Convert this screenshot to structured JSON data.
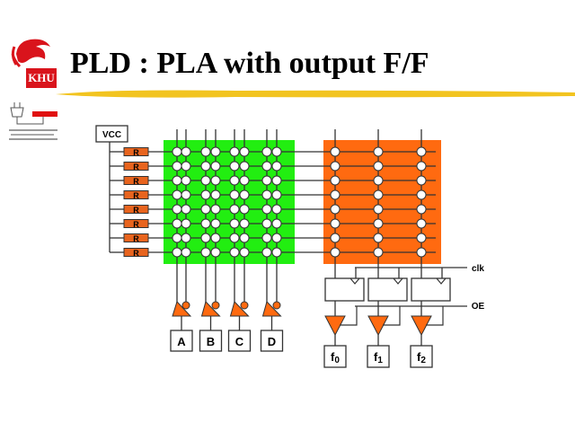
{
  "slide": {
    "title": "PLD : PLA with output F/F",
    "logo_text": "KHU"
  },
  "diagram": {
    "vcc_label": "VCC",
    "resistor_label": "R",
    "resistor_count": 8,
    "inputs": [
      "A",
      "B",
      "C",
      "D"
    ],
    "outputs": [
      {
        "base": "f",
        "sub": "0"
      },
      {
        "base": "f",
        "sub": "1"
      },
      {
        "base": "f",
        "sub": "2"
      }
    ],
    "clk_label": "clk",
    "oe_label": "OE",
    "colors": {
      "and_array": "#22ee11",
      "or_array": "#ff6a10",
      "resistor": "#e8641e",
      "buffer": "#ff6a10",
      "logo": "#d9141c",
      "stroke": "#f2c420"
    }
  }
}
